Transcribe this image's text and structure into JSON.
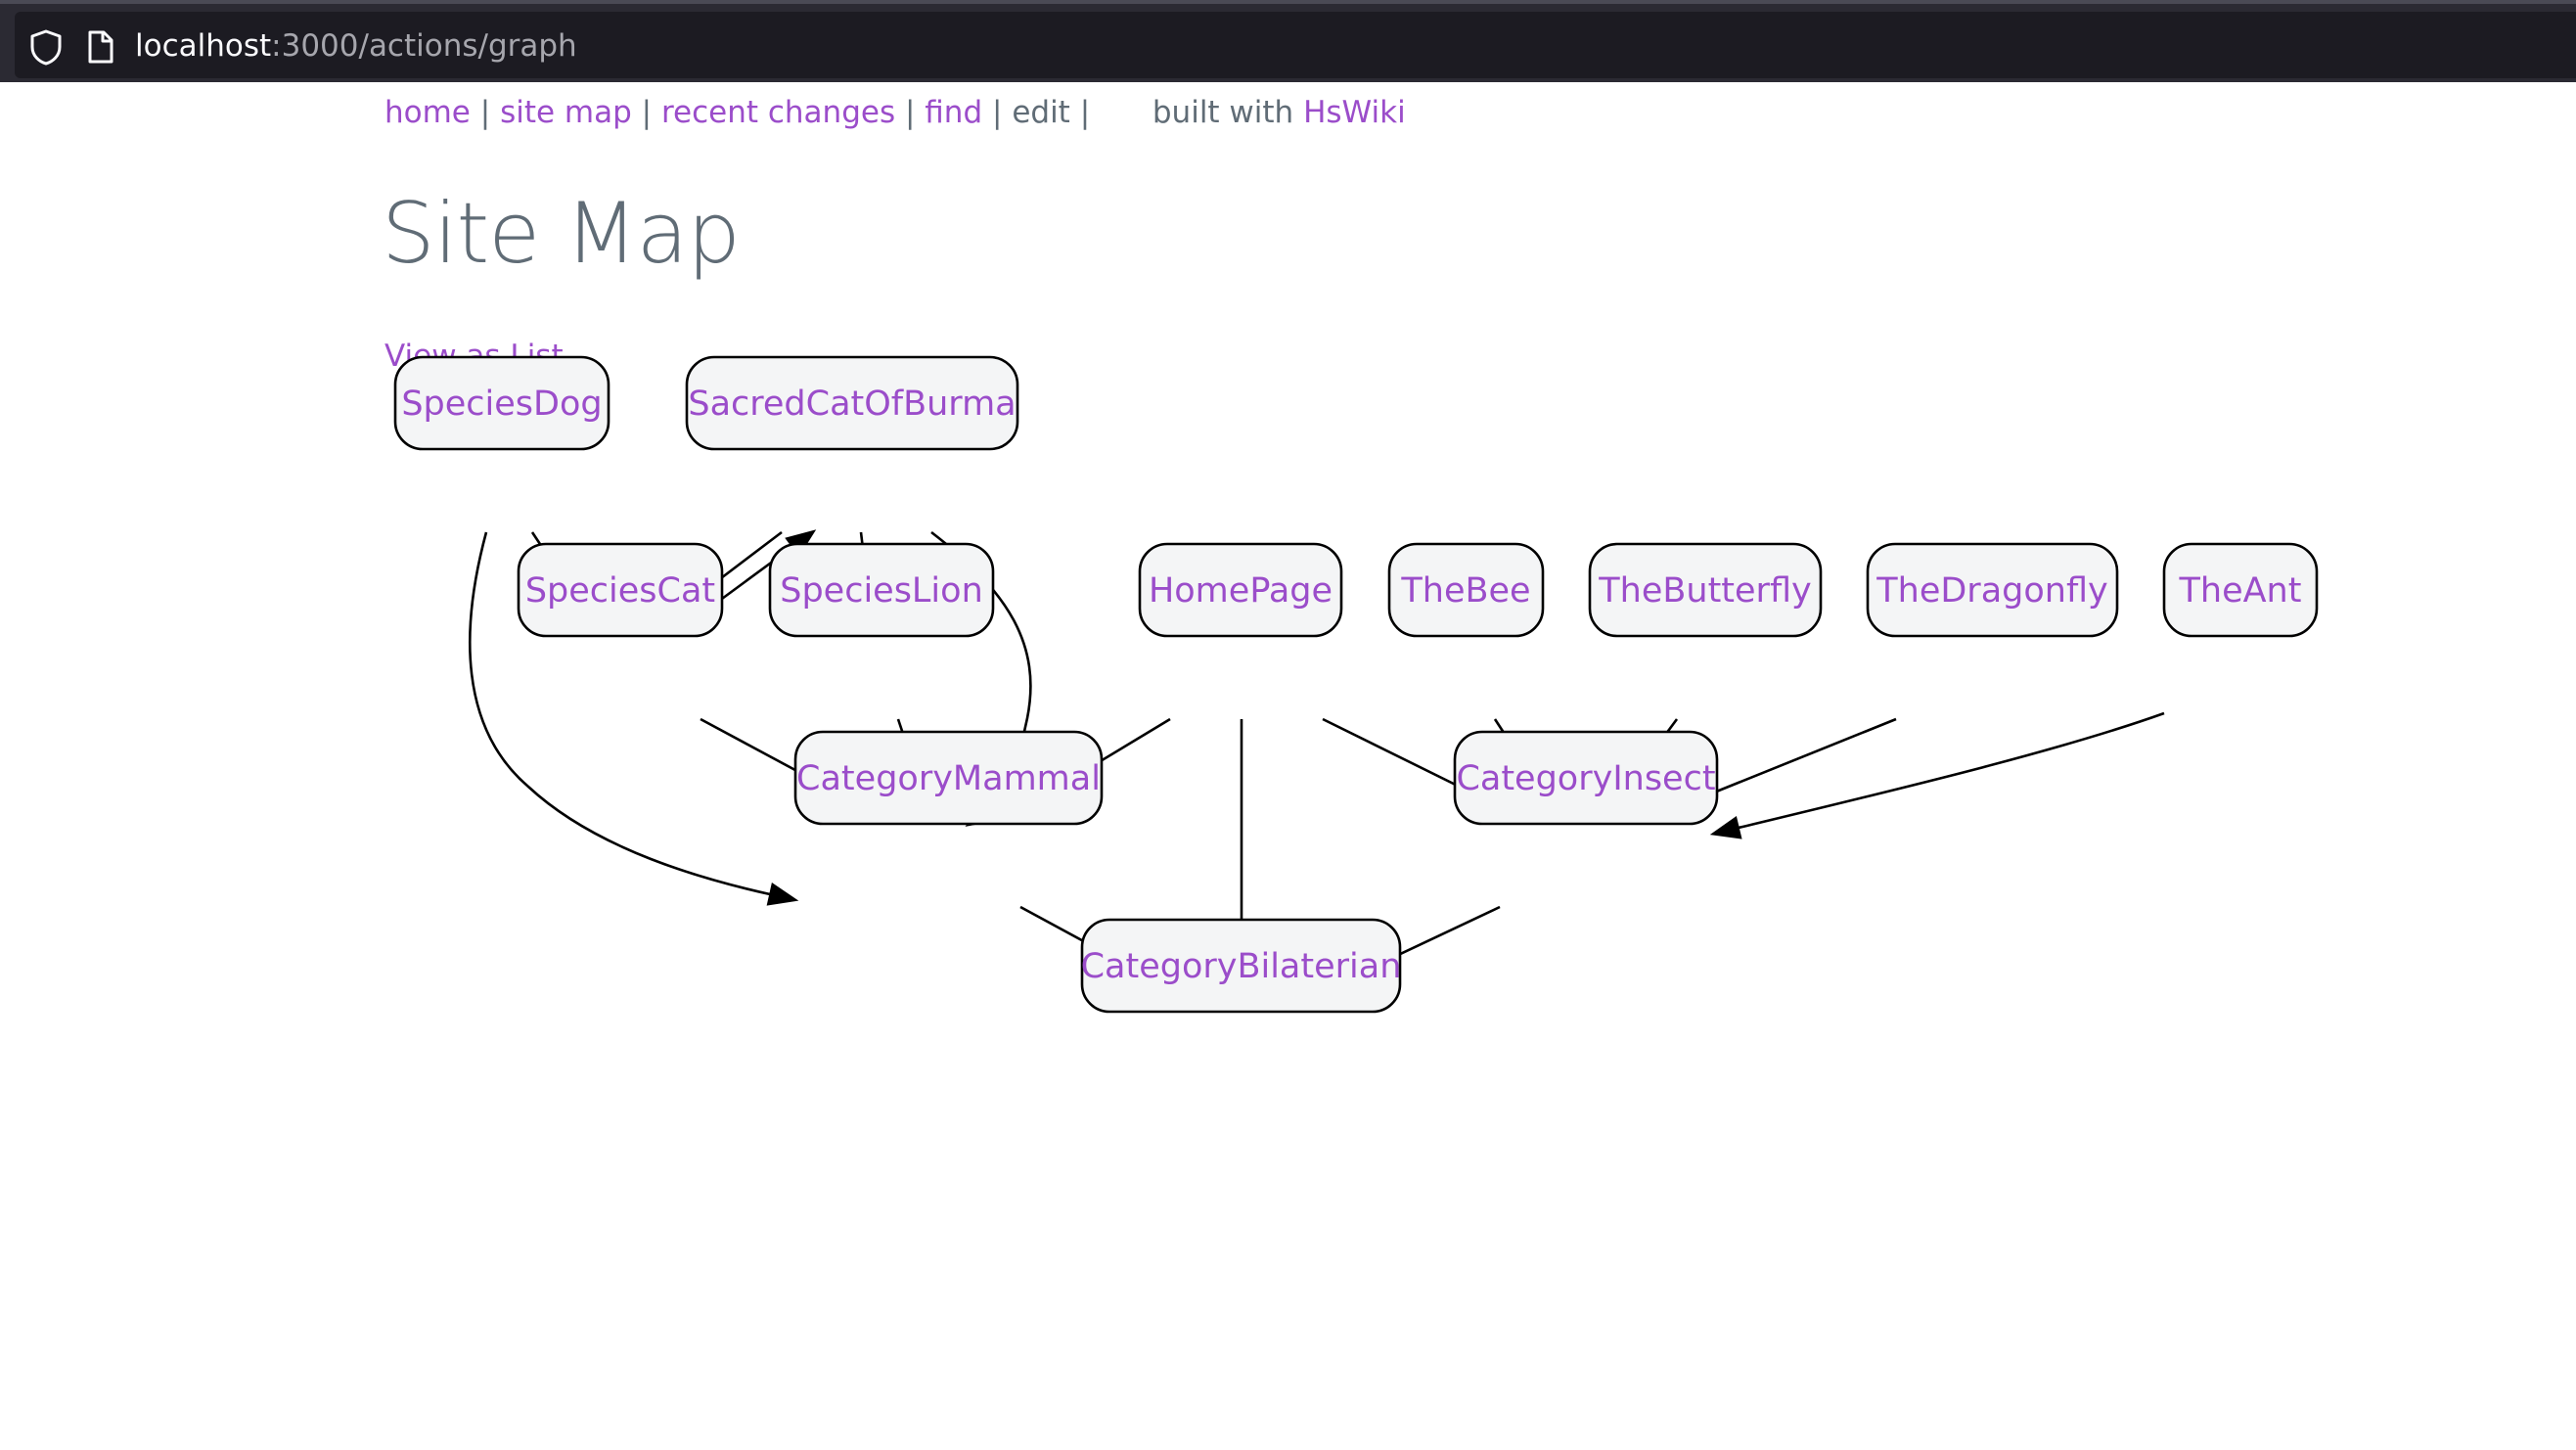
{
  "browser": {
    "url_host": "localhost",
    "url_path": ":3000/actions/graph"
  },
  "nav": {
    "home": "home",
    "site_map": "site map",
    "recent_changes": "recent changes",
    "find": "find",
    "edit": "edit",
    "sep": "|",
    "built_with": "built with",
    "hswiki": "HsWiki"
  },
  "page": {
    "title": "Site Map",
    "view_as_list": "View as List"
  },
  "graph": {
    "nodes": [
      {
        "id": "SpeciesDog",
        "label": "SpeciesDog"
      },
      {
        "id": "SacredCatOfBurma",
        "label": "SacredCatOfBurma"
      },
      {
        "id": "SpeciesCat",
        "label": "SpeciesCat"
      },
      {
        "id": "SpeciesLion",
        "label": "SpeciesLion"
      },
      {
        "id": "HomePage",
        "label": "HomePage"
      },
      {
        "id": "TheBee",
        "label": "TheBee"
      },
      {
        "id": "TheButterfly",
        "label": "TheButterfly"
      },
      {
        "id": "TheDragonfly",
        "label": "TheDragonfly"
      },
      {
        "id": "TheAnt",
        "label": "TheAnt"
      },
      {
        "id": "CategoryMammal",
        "label": "CategoryMammal"
      },
      {
        "id": "CategoryInsect",
        "label": "CategoryInsect"
      },
      {
        "id": "CategoryBilaterian",
        "label": "CategoryBilaterian"
      }
    ],
    "edges": [
      {
        "from": "SpeciesDog",
        "to": "SpeciesCat"
      },
      {
        "from": "SpeciesDog",
        "to": "CategoryMammal"
      },
      {
        "from": "SacredCatOfBurma",
        "to": "SpeciesCat"
      },
      {
        "from": "SpeciesCat",
        "to": "SacredCatOfBurma"
      },
      {
        "from": "SacredCatOfBurma",
        "to": "SpeciesLion"
      },
      {
        "from": "SacredCatOfBurma",
        "to": "CategoryMammal"
      },
      {
        "from": "SpeciesCat",
        "to": "CategoryMammal"
      },
      {
        "from": "SpeciesLion",
        "to": "CategoryMammal"
      },
      {
        "from": "HomePage",
        "to": "CategoryMammal"
      },
      {
        "from": "HomePage",
        "to": "CategoryBilaterian"
      },
      {
        "from": "HomePage",
        "to": "CategoryInsect"
      },
      {
        "from": "TheBee",
        "to": "CategoryInsect"
      },
      {
        "from": "TheButterfly",
        "to": "CategoryInsect"
      },
      {
        "from": "TheDragonfly",
        "to": "CategoryInsect"
      },
      {
        "from": "TheAnt",
        "to": "CategoryInsect"
      },
      {
        "from": "CategoryMammal",
        "to": "CategoryBilaterian"
      },
      {
        "from": "CategoryInsect",
        "to": "CategoryBilaterian"
      }
    ]
  }
}
